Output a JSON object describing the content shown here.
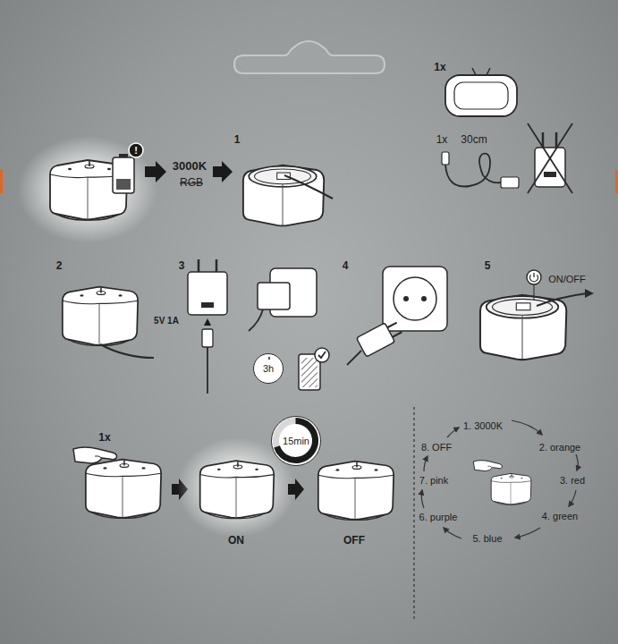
{
  "diagram": {
    "nodes": [
      {
        "text": [
          "3h"
        ]
      },
      {
        "text": [
          "15min"
        ]
      }
    ],
    "labels": [
      "1x",
      "1",
      "1x",
      "30cm",
      "!",
      "3000K",
      "RGB",
      "2",
      "3",
      "4",
      "5",
      "ON/OFF",
      "5V 1A",
      "1x",
      "1. 3000K",
      "8. OFF",
      "2. orange",
      "7. pink",
      "3. red",
      "6. purple",
      "4. green",
      "5. blue",
      "ON",
      "OFF"
    ]
  }
}
